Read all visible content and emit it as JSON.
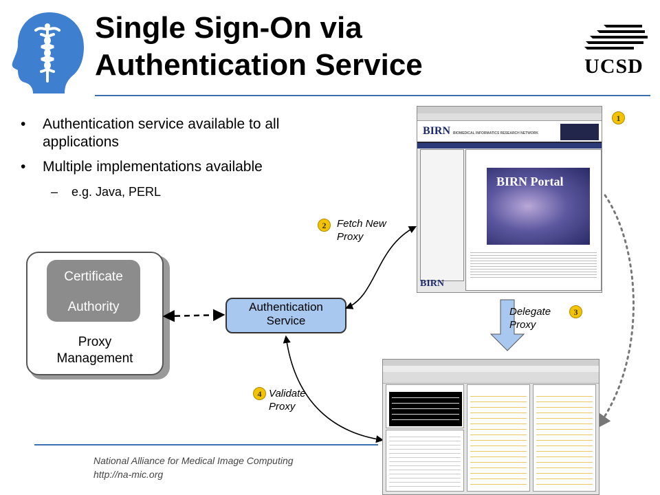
{
  "slide": {
    "title_line1": "Single Sign-On via",
    "title_line2": "Authentication Service",
    "bullets": [
      "Authentication service available to all applications",
      "Multiple implementations available"
    ],
    "sub_bullet": "e.g. Java, PERL"
  },
  "boxes": {
    "ca_line1": "Certificate",
    "ca_line2": "Authority",
    "pm_line1": "Proxy",
    "pm_line2": "Management",
    "auth_line1": "Authentication",
    "auth_line2": "Service"
  },
  "steps": {
    "s1": "1",
    "s2": "2",
    "s3": "3",
    "s4": "4",
    "fetch_line1": "Fetch New",
    "fetch_line2": "Proxy",
    "delegate_line1": "Delegate",
    "delegate_line2": "Proxy",
    "validate_line1": "Validate",
    "validate_line2": "Proxy"
  },
  "browser": {
    "logo": "BIRN",
    "subtitle": "BIOMEDICAL INFORMATICS RESEARCH NETWORK",
    "portal_text": "BIRN Portal",
    "footer_logo": "BIRN"
  },
  "footer": {
    "org": "National Alliance for Medical Image Computing",
    "url": "http://na-mic.org"
  },
  "logos": {
    "ucsd": "UCSD"
  },
  "colors": {
    "accent_line": "#3d6fb0",
    "auth_box": "#a8c8f0",
    "step_badge": "#f3c300",
    "arrow_blue": "#a8c8f0"
  }
}
